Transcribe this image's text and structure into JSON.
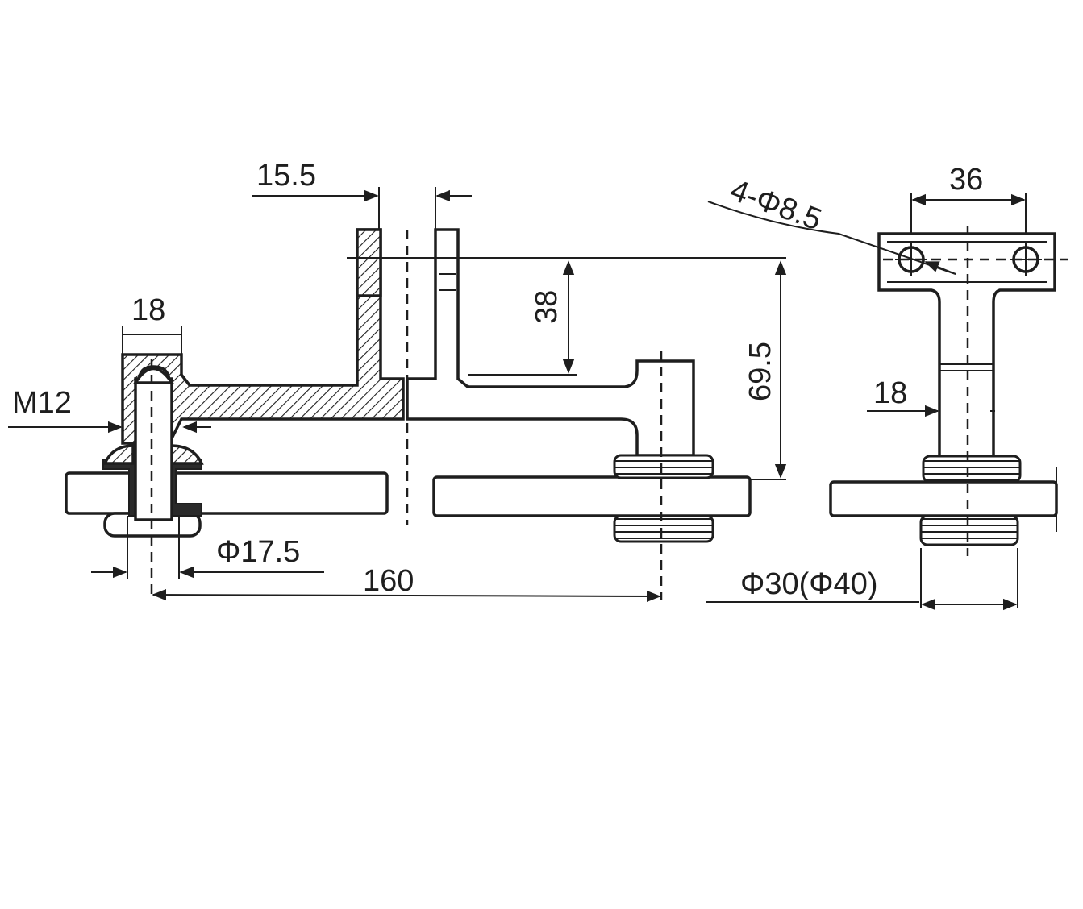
{
  "dimensions": {
    "d_15_5": "15.5",
    "d_18_left": "18",
    "d_m12": "M12",
    "d_38": "38",
    "d_69_5": "69.5",
    "d_phi17_5": "Φ17.5",
    "d_160": "160",
    "d_4_phi8_5": "4-Φ8.5",
    "d_36": "36",
    "d_18_right": "18",
    "d_phi30_phi40": "Φ30(Φ40)"
  }
}
